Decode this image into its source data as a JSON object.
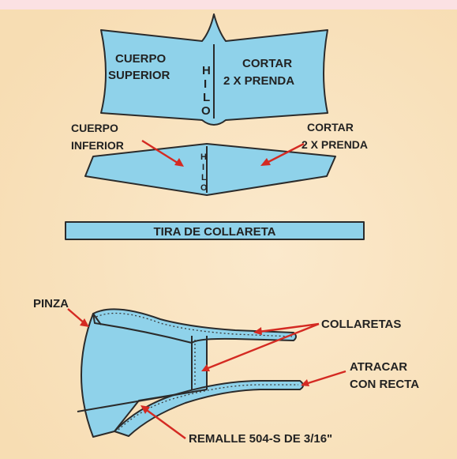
{
  "colors": {
    "background": "#f7ddb3",
    "background_glow": "#fbe9cc",
    "top_band": "#fbe1e3",
    "piece_fill": "#8fd2ea",
    "outline": "#2b2b2b",
    "stitch": "#3a3a3a",
    "arrow": "#d42a22",
    "text": "#222222"
  },
  "pattern_pieces": {
    "upper_body": {
      "label_line1": "CUERPO",
      "label_line2": "SUPERIOR",
      "cut_line1": "CORTAR",
      "cut_line2": "2 X PRENDA",
      "grain_letters": [
        "H",
        "I",
        "L",
        "O"
      ]
    },
    "lower_body": {
      "label_line1": "CUERPO",
      "label_line2": "INFERIOR",
      "cut_line1": "CORTAR",
      "cut_line2": "2 X PRENDA",
      "grain_letters": [
        "H",
        "I",
        "L",
        "O"
      ]
    },
    "binding_strip": {
      "label": "TIRA DE COLLARETA"
    }
  },
  "assembly": {
    "dart_label": "PINZA",
    "bindings_label": "COLLARETAS",
    "bartack_line1": "ATRACAR",
    "bartack_line2": "CON RECTA",
    "serge_label": "REMALLE 504-S DE 3/16\""
  }
}
